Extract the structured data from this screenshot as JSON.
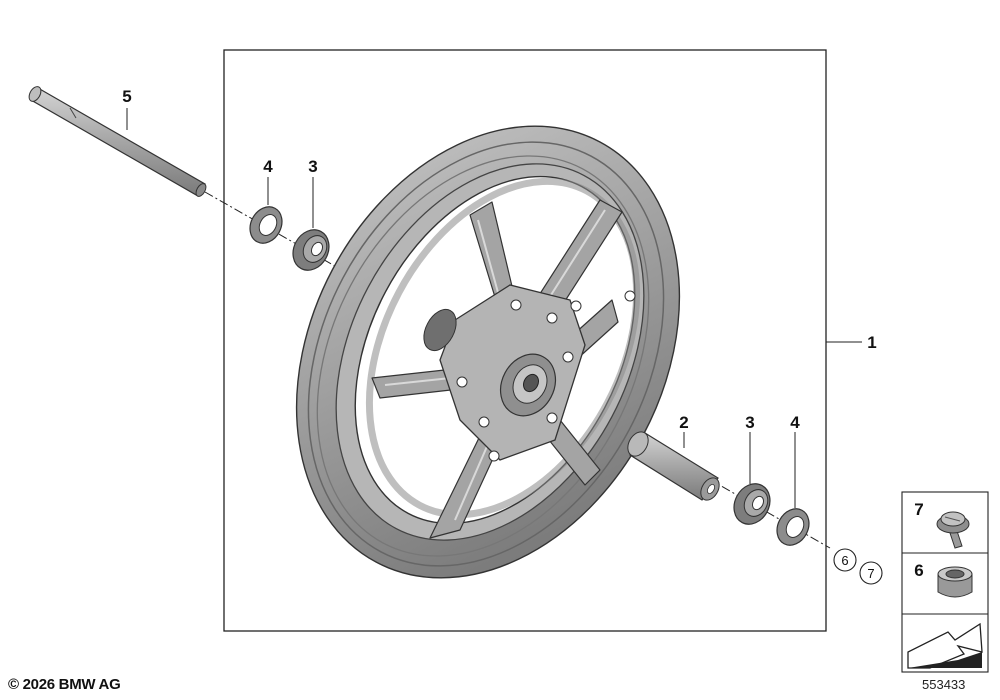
{
  "callouts": {
    "c1": "1",
    "c2": "2",
    "c3a": "3",
    "c3b": "3",
    "c4a": "4",
    "c4b": "4",
    "c5": "5",
    "c6": "6",
    "c7": "7"
  },
  "legend": {
    "item_7": "7",
    "item_6": "6"
  },
  "footer": {
    "copyright": "© 2026 BMW AG",
    "diagram_id": "553433"
  },
  "colors": {
    "wheel": "#9c9c9c",
    "outline": "#222222",
    "part_dark": "#777777"
  }
}
